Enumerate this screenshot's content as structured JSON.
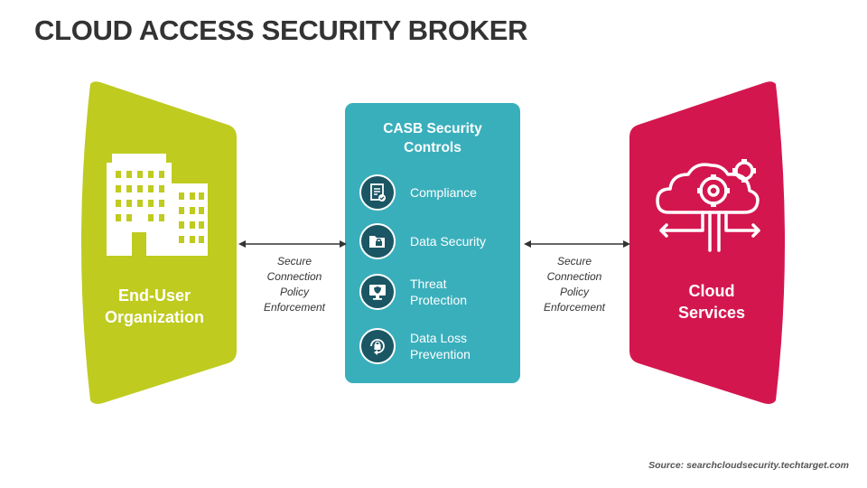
{
  "title": "CLOUD ACCESS SECURITY BROKER",
  "left_panel": {
    "label": "End-User\nOrganization",
    "color": "#bfcb1f",
    "icon": "buildings-icon"
  },
  "right_panel": {
    "label": "Cloud\nServices",
    "color": "#d4164f",
    "icon": "cloud-gears-icon"
  },
  "center": {
    "title": "CASB Security\nControls",
    "color": "#3aafbc",
    "items": [
      {
        "label": "Compliance",
        "icon": "document-check-icon"
      },
      {
        "label": "Data Security",
        "icon": "folder-lock-icon"
      },
      {
        "label": "Threat\nProtection",
        "icon": "monitor-shield-icon"
      },
      {
        "label": "Data Loss\nPrevention",
        "icon": "lock-refresh-icon"
      }
    ]
  },
  "connectors": [
    {
      "label": "Secure\nConnection\nPolicy\nEnforcement"
    },
    {
      "label": "Secure\nConnection\nPolicy\nEnforcement"
    }
  ],
  "source": "Source: searchcloudsecurity.techtarget.com"
}
